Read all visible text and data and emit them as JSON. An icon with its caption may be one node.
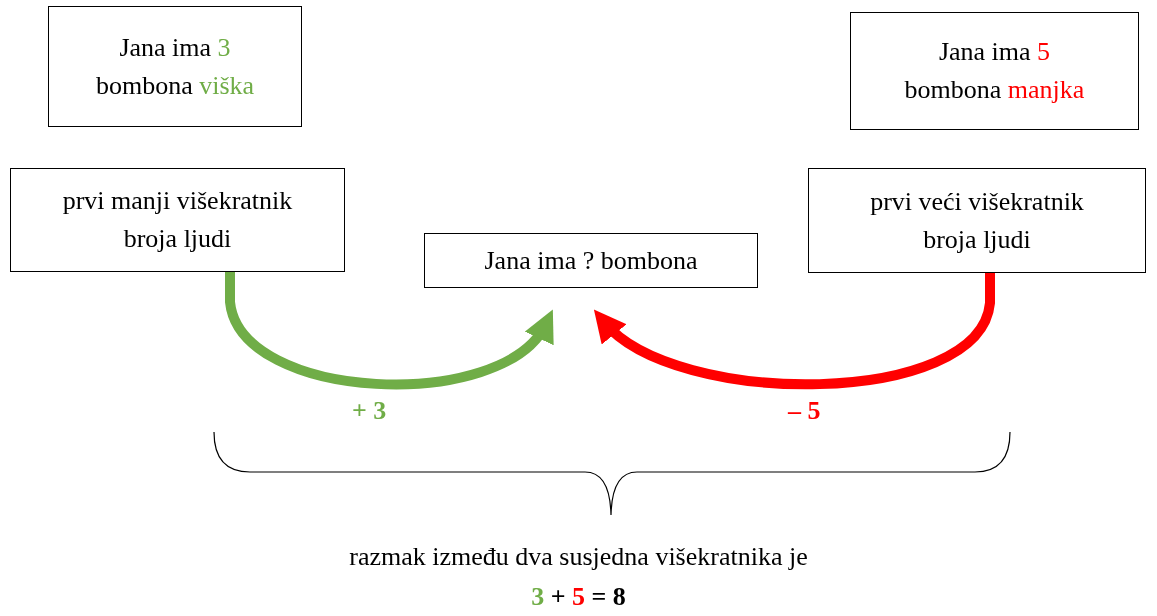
{
  "diagram": {
    "nodes": [
      {
        "text": [
          "Jana ima 3 bombona viška"
        ]
      },
      {
        "text": [
          "Jana ima 5 bombona manjka"
        ]
      },
      {
        "text": [
          "prvi manji višekratnik broja ljudi"
        ]
      },
      {
        "text": [
          "prvi veći višekratnik broja ljudi"
        ]
      },
      {
        "text": [
          "Jana ima ? bombona"
        ]
      }
    ],
    "edges": [
      {
        "from": 2,
        "to": 4,
        "arrow": "to",
        "label": "+ 3",
        "color": "#70ad47"
      },
      {
        "from": 3,
        "to": 4,
        "arrow": "to",
        "label": "– 5",
        "color": "#ff0000"
      }
    ],
    "labels": [
      "razmak između dva susjedna višekratnika je",
      "3 + 5 = 8"
    ]
  }
}
